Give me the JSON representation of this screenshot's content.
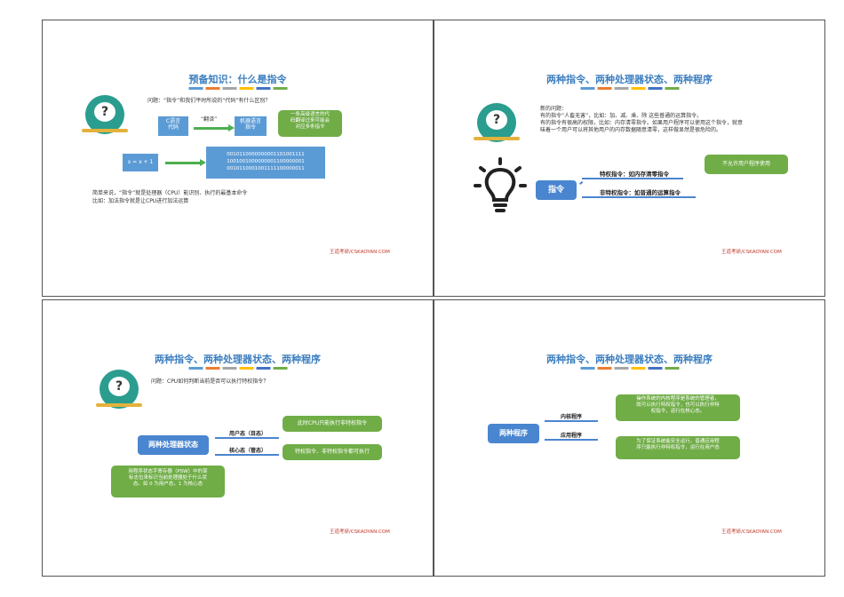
{
  "colors": {
    "accent": "#3c7ebf",
    "green": "#70ad47",
    "blue": "#5b9bd5",
    "footer": "#c0392b",
    "bar": [
      "#5b9bd5",
      "#ed7d31",
      "#a5a5a5",
      "#ffc000",
      "#4472c4",
      "#70ad47"
    ]
  },
  "footer_text": "王道考研/CSKAOYAN.COM",
  "slide1": {
    "title": "预备知识：什么是指令",
    "question": "问题：“指令”和我们平时所说的“代码”有什么区别？",
    "c_code": "C语言\n代码",
    "translate": "“翻译”",
    "machine_code": "机器语言\n指令",
    "callout": "一条高级语言的代\n码翻译过来可能会\n对应多条指令",
    "expr": "x = x + 1",
    "binary": [
      "0010110000000001101001111",
      "1001001000000001100000001",
      "0010110001001111100000011"
    ],
    "summary1": "简单来说，“指令”就是处理器（CPU）能识别、执行的最基本命令",
    "summary2": "比如：加法指令就是让CPU进行加法运算"
  },
  "slide2": {
    "title": "两种指令、两种处理器状态、两种程序",
    "lines": [
      "新的问题：",
      "有的指令“人畜无害”，比如：加、减、乘、除 这些普通的运算指令。",
      "有的指令有很高的权限，比如：内存清零指令。如果用户程序可以使用这个指令，就意",
      "味着一个用户可以将其他用户的内存数据随意清零，这样做显然是很危险的。"
    ],
    "root": "指令",
    "branch1": "特权指令：如内存清零指令",
    "branch2": "非特权指令：如普通的运算指令",
    "callout": "不允许用户程序使用"
  },
  "slide3": {
    "title": "两种指令、两种处理器状态、两种程序",
    "question": "问题：CPU如何判断当前是否可以执行特权指令？",
    "root": "两种处理器状态",
    "branch1": "用户态（目态）",
    "branch2": "核心态（管态）",
    "callout1": "此时CPU只能执行非特权指令",
    "callout2": "特权指令、非特权指令都可执行",
    "callout3": "用程序状态字寄存器（PSW）中的某\n标志位来标识当前处理器处于什么状\n态。如 0 为用户态，1 为核心态"
  },
  "slide4": {
    "title": "两种指令、两种处理器状态、两种程序",
    "root": "两种程序",
    "branch1": "内核程序",
    "branch2": "应用程序",
    "callout1": "操作系统的内核程序是系统的管理者，\n既可以执行特权指令，也可以执行非特\n权指令，运行在核心态。",
    "callout2": "为了保证系统能安全运行，普通应用程\n序只能执行非特权指令，运行在用户态"
  }
}
